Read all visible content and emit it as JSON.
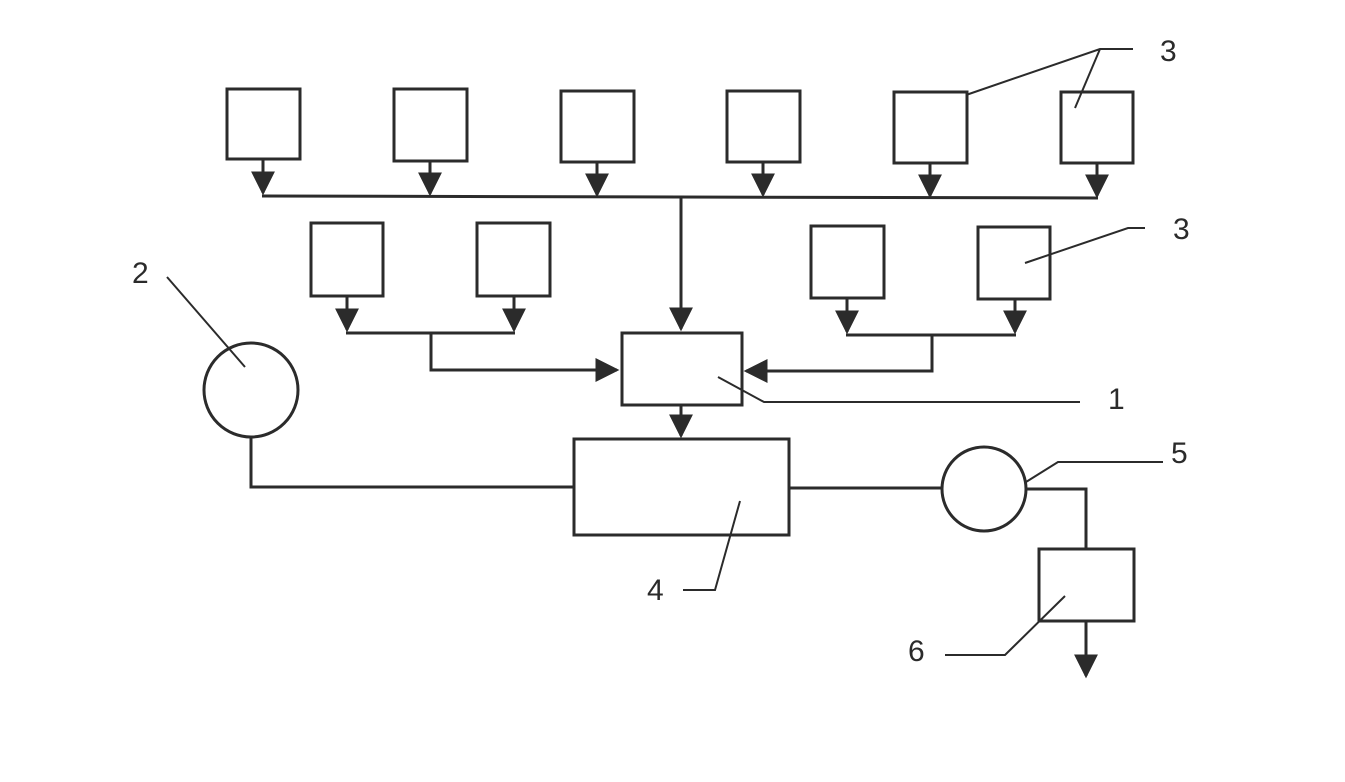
{
  "diagram": {
    "labels": {
      "controller": "1",
      "source": "2",
      "sensor_group_top": "3",
      "sensor_group_right": "3",
      "main_unit": "4",
      "pump": "5",
      "output_unit": "6"
    },
    "colors": {
      "line": "#2b2b2b",
      "background": "#ffffff"
    }
  }
}
